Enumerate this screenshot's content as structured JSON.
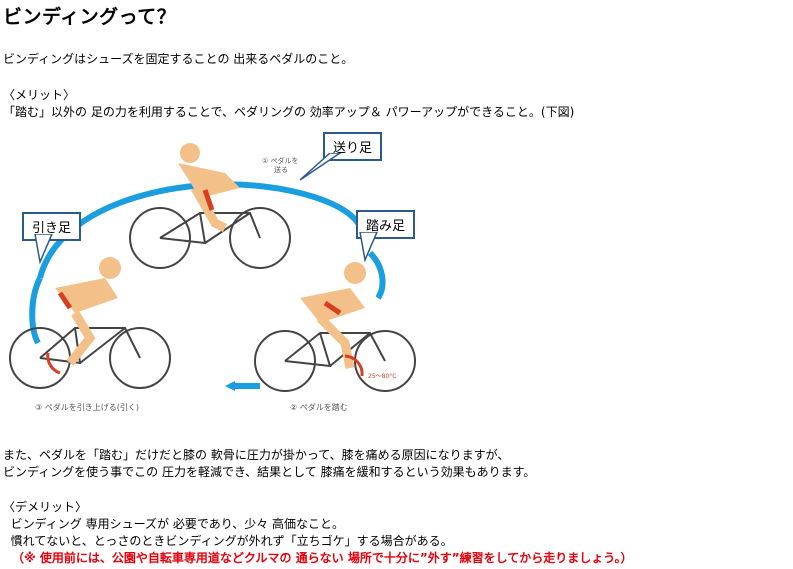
{
  "title": "ビンディングって？",
  "intro": "ビンディングはシューズを固定することの 出来るペダルのこと。",
  "merit_heading": "〈メリット〉",
  "merit_text": "「踏む」以外の 足の力を利用することで、ペダリングの 効率アップ＆ パワーアップができること。(下図)",
  "figure": {
    "callouts": {
      "send": "送り足",
      "pull": "引き足",
      "push": "踏み足"
    },
    "labels": {
      "step1": "① ペダルを",
      "step1b": "送る",
      "step2": "② ペダルを踏む",
      "step3": "③ ペダルを引き上げる(引く)",
      "angle": "25〜80°C"
    },
    "colors": {
      "arrow": "#1a9ee0",
      "body": "#f2c088",
      "shorts": "#c0c6cc",
      "accent": "#d64020",
      "callout_border": "#2d5a8c"
    }
  },
  "body1": "また、ペダルを「踏む」だけだと膝の 軟骨に圧力が掛かって、膝を痛める原因になりますが、",
  "body2": "ビンディングを使う事でこの 圧力を軽減でき、結果として 膝痛を緩和するという効果もあります。",
  "demerit_heading": "〈デメリット〉",
  "demerit_1": "  ビンディング 専用シューズが 必要であり、少々 高価なこと。",
  "demerit_2": "  慣れてないと、とっさのときビンディングが外れず「立ちゴケ」する場合がある。",
  "warning": "（※ 使用前には、公園や自転車専用道などクルマの 通らない 場所で十分に”外す”練習をしてから走りましょう。）"
}
